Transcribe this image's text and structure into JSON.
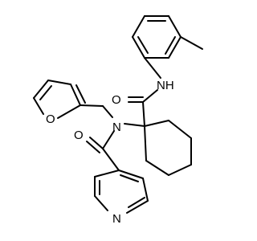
{
  "molecule": {
    "atoms": {
      "amide_nh": "NH",
      "amide_o_top": "O",
      "amine_n": "N",
      "furan_o": "O",
      "amide_o_bottom": "O",
      "pyridine_n": "N"
    }
  },
  "colors": {
    "bond": "#000000",
    "background": "#ffffff",
    "label": "#000000"
  }
}
